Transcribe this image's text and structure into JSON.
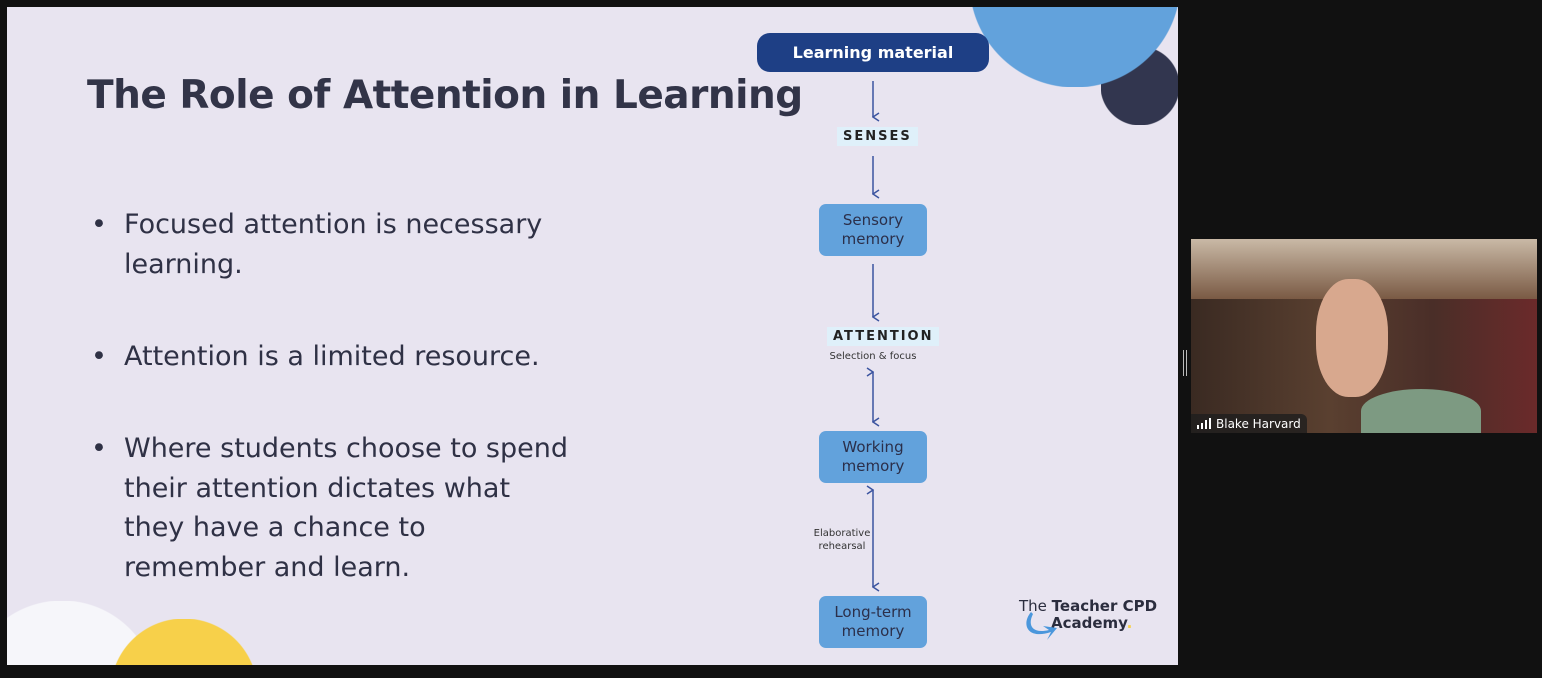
{
  "slide": {
    "title": "The Role of Attention in Learning",
    "bullets": [
      "Focused attention is necessary learning.",
      "Attention is a limited resource.",
      "Where students choose to spend their attention dictates what they have a chance to remember and learn."
    ],
    "bullet_symbol": "•",
    "diagram": {
      "top": "Learning material",
      "senses": "SENSES",
      "sensory": "Sensory memory",
      "attention": "ATTENTION",
      "attention_sub": "Selection & focus",
      "working": "Working memory",
      "rehearsal": "Elaborative rehearsal",
      "longterm": "Long-term memory"
    },
    "logo": {
      "line1_a": "The ",
      "line1_b": "Teacher CPD",
      "line2": "Academy",
      "dot": "."
    }
  },
  "video": {
    "participant": "Blake Harvard",
    "signal_icon": "signal-bars-icon"
  },
  "colors": {
    "dark_blue": "#1e3f85",
    "light_blue": "#62a2dc",
    "yellow": "#f7d04a",
    "navy": "#32364f"
  }
}
